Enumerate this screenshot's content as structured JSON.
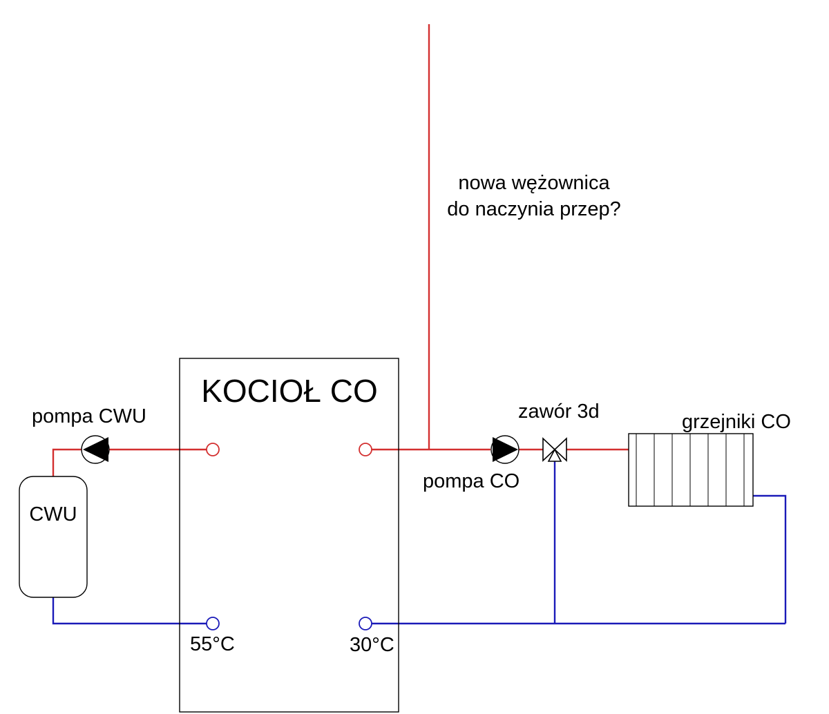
{
  "diagram": {
    "boiler_label": "KOCIOŁ CO",
    "note_line1": "nowa wężownica",
    "note_line2": "do naczynia przep?",
    "pump_cwu_label": "pompa CWU",
    "pump_co_label": "pompa CO",
    "valve_label": "zawór 3d",
    "radiators_label": "grzejniki CO",
    "tank_label": "CWU",
    "temp_left": "55°C",
    "temp_right": "30°C"
  },
  "colors": {
    "supply_line": "#d32f2f",
    "return_line": "#1a1ab8",
    "outline": "#000000"
  },
  "icons": [
    "pump-icon",
    "three-way-valve-icon",
    "radiator-icon",
    "port-icon"
  ]
}
